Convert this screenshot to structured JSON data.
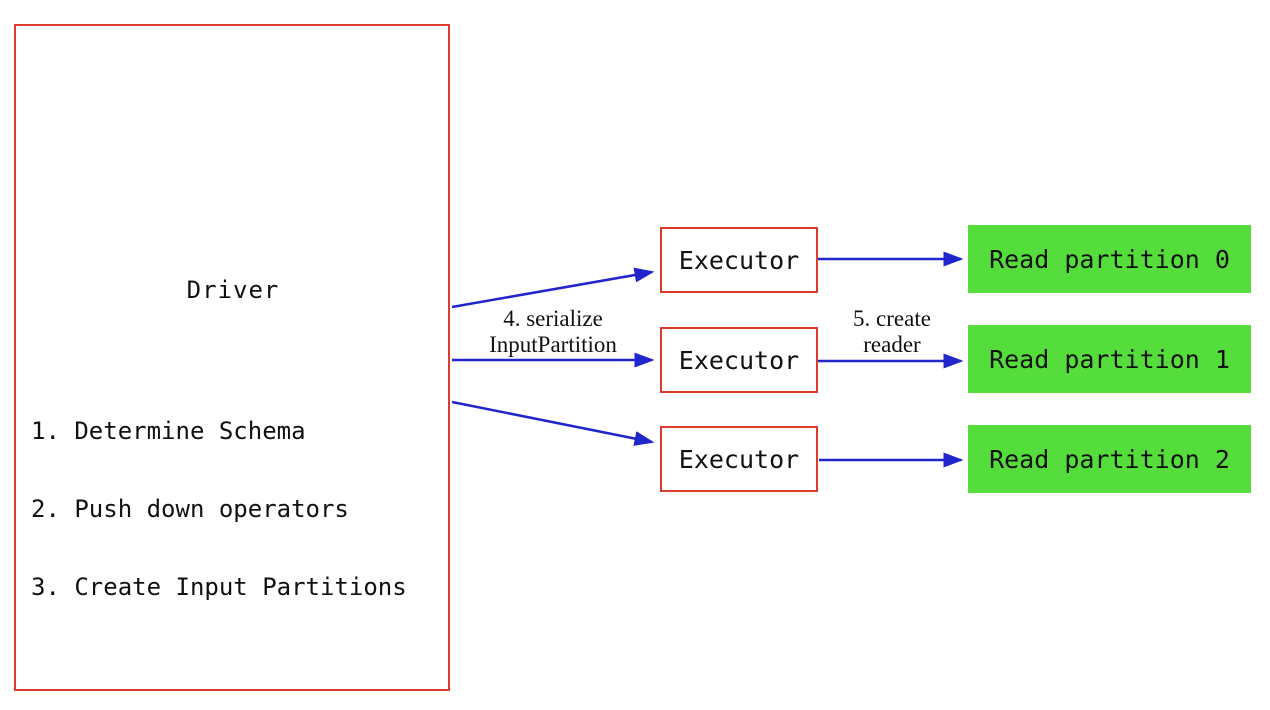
{
  "diagram": {
    "title_hint": "Spark data source read flow",
    "driver": {
      "title": "Driver",
      "steps": [
        "1. Determine Schema",
        "2. Push down operators",
        "3. Create Input Partitions"
      ]
    },
    "executors": [
      {
        "label": "Executor"
      },
      {
        "label": "Executor"
      },
      {
        "label": "Executor"
      }
    ],
    "partitions": [
      {
        "label": "Read partition 0"
      },
      {
        "label": "Read partition 1"
      },
      {
        "label": "Read partition 2"
      }
    ],
    "edge_labels": {
      "serialize": {
        "line1": "4. serialize",
        "line2": "InputPartition"
      },
      "create_reader": {
        "line1": "5. create",
        "line2": "reader"
      }
    },
    "colors": {
      "background": "#ffffff",
      "box_border_red": "#dd3a2e",
      "arrow_blue": "#2125cc",
      "partition_green": "#55dd3c",
      "text": "#111111"
    }
  }
}
